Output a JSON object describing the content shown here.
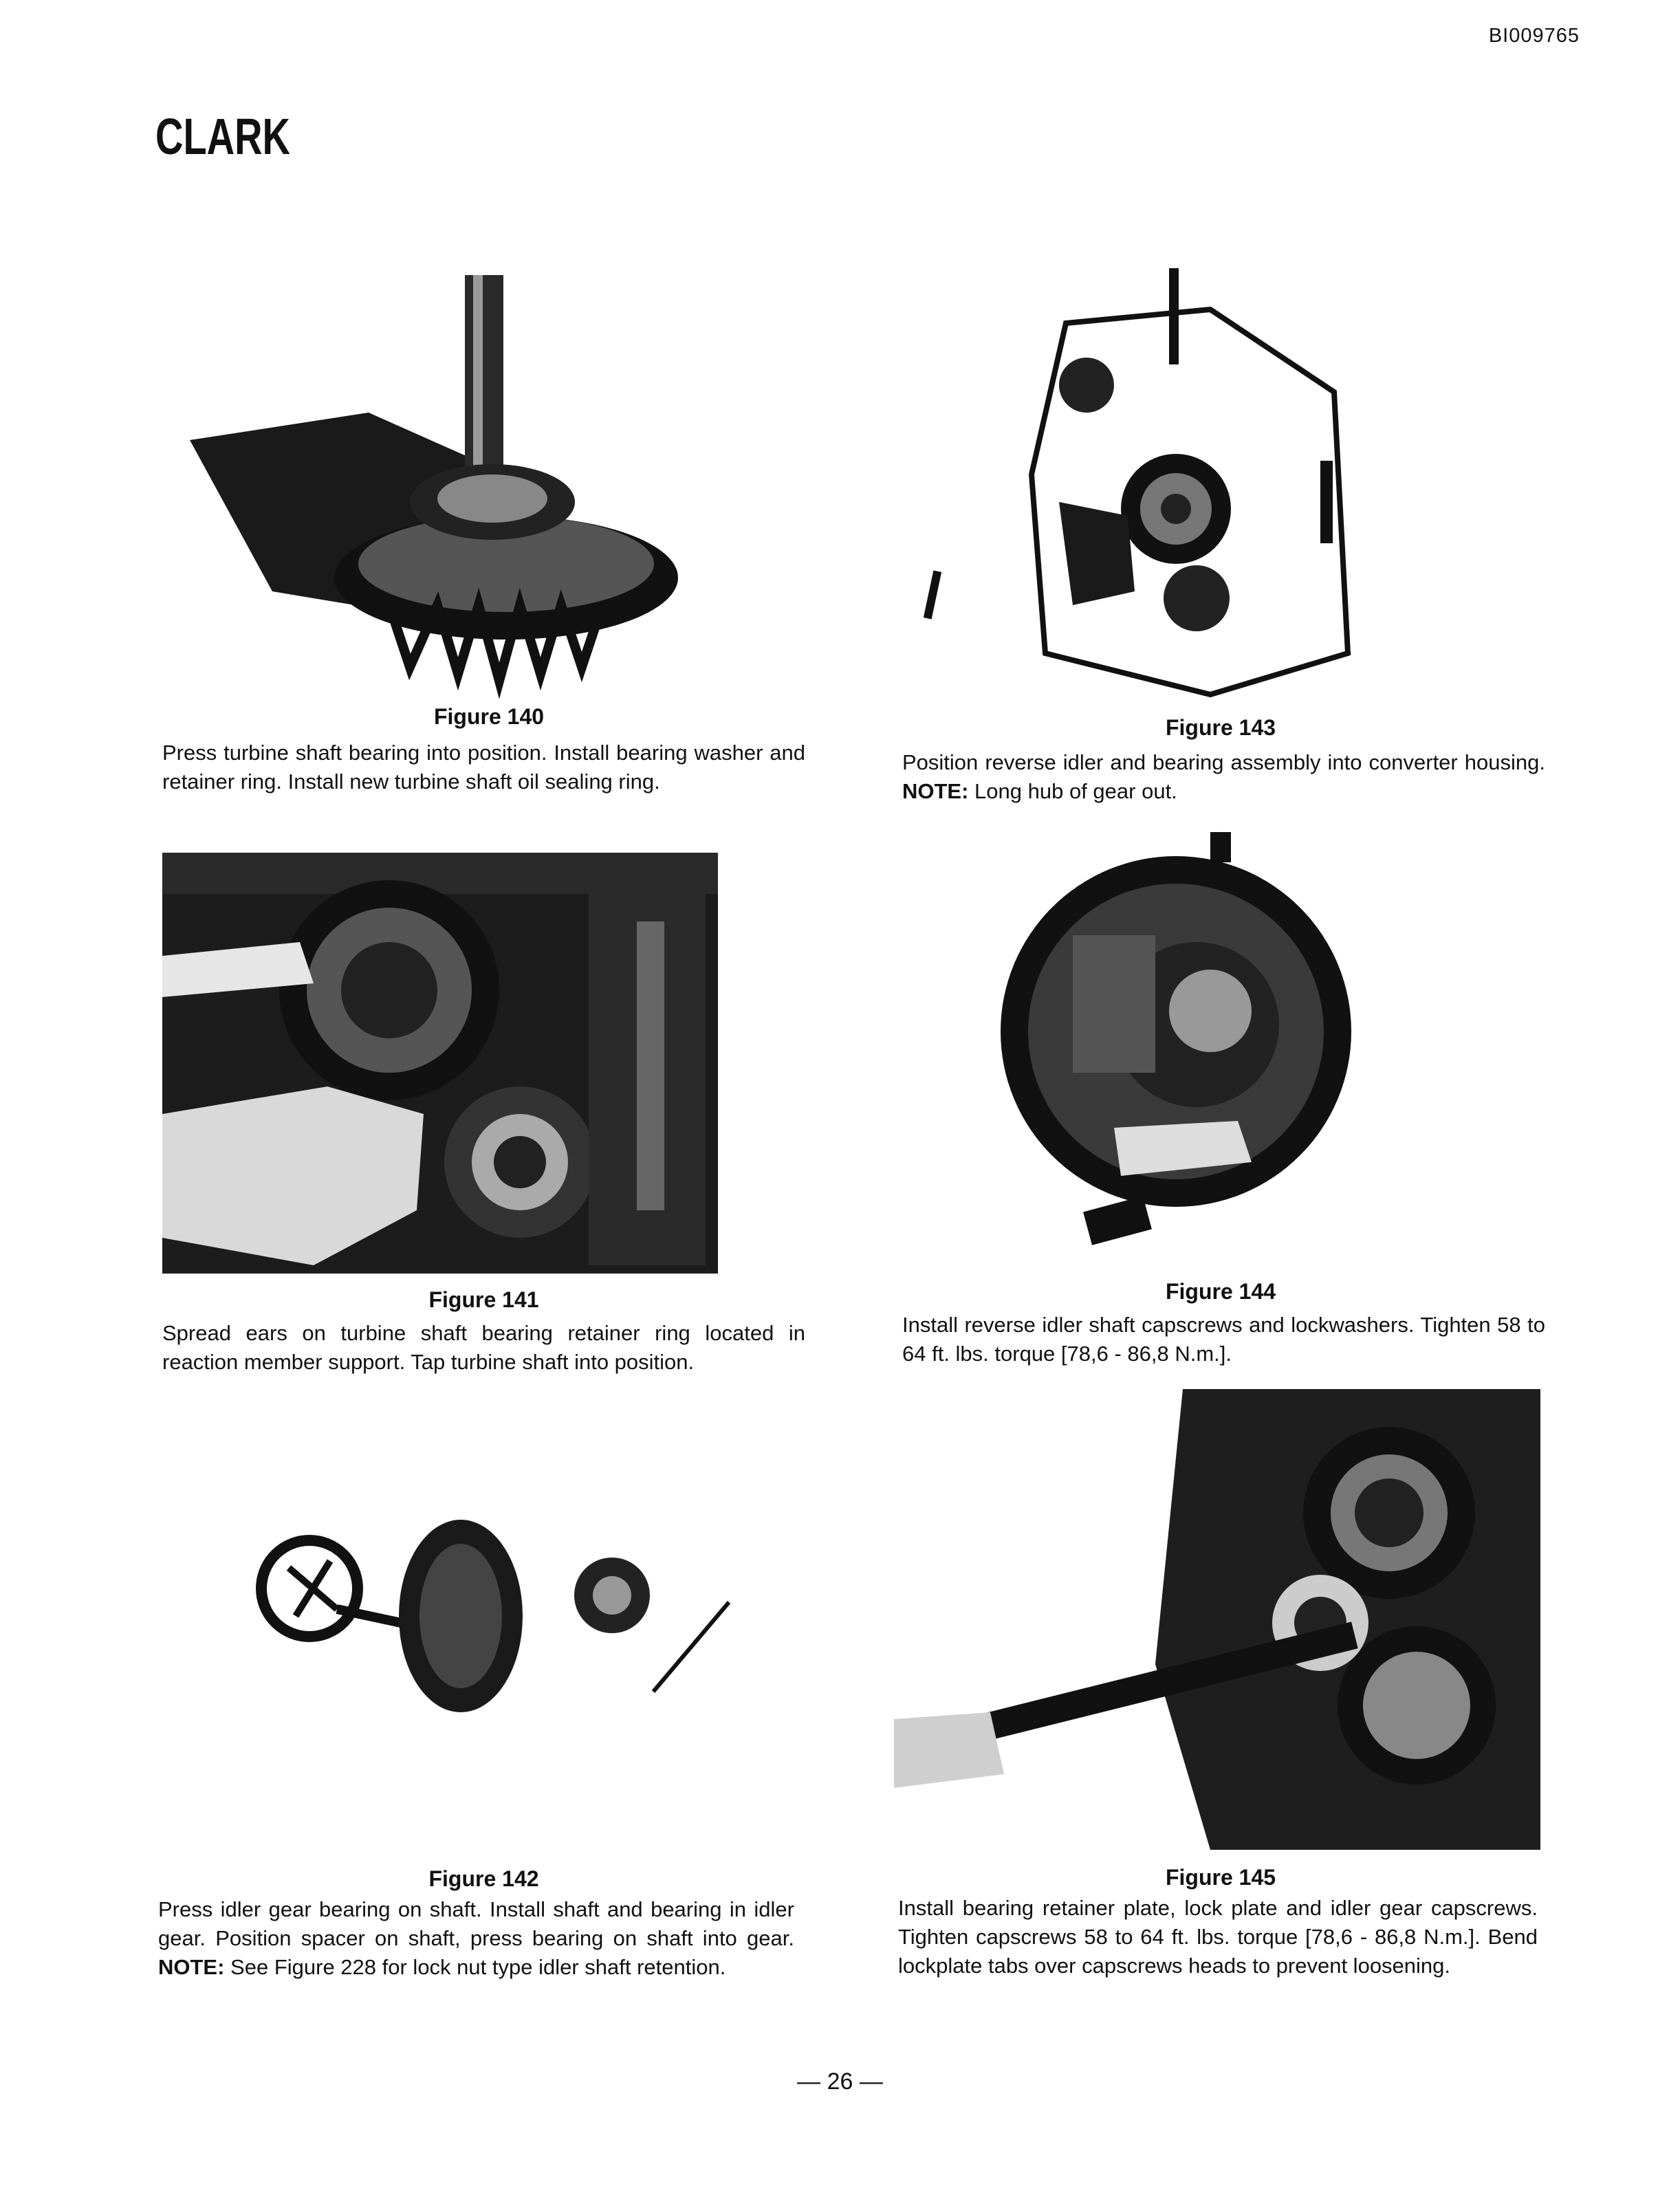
{
  "document_id": "BI009765",
  "brand": {
    "name": "CLARK"
  },
  "figures": [
    {
      "label": "Figure 140",
      "caption": "Press turbine shaft bearing into position. Install bearing washer and retainer ring. Install new turbine shaft oil sealing ring."
    },
    {
      "label": "Figure 143",
      "caption_pre": "Position reverse idler and bearing assembly into converter housing. ",
      "caption_note": "NOTE:",
      "caption_post": " Long hub of gear out."
    },
    {
      "label": "Figure 141",
      "caption": "Spread ears on turbine shaft bearing retainer ring located in reaction member support. Tap turbine shaft into position."
    },
    {
      "label": "Figure 144",
      "caption": "Install reverse idler shaft capscrews and lockwashers. Tighten 58 to 64 ft. lbs. torque [78,6 - 86,8 N.m.]."
    },
    {
      "label": "Figure 142",
      "caption_pre": "Press idler gear bearing on shaft. Install shaft and bearing in idler gear. Position spacer on shaft, press bearing on shaft into gear. ",
      "caption_note": "NOTE:",
      "caption_post": " See Figure 228 for lock nut type idler shaft retention."
    },
    {
      "label": "Figure 145",
      "caption": "Install bearing retainer plate, lock plate and idler gear capscrews. Tighten capscrews 58 to 64 ft. lbs. torque [78,6 - 86,8 N.m.]. Bend lockplate tabs over capscrews heads to prevent loosening."
    }
  ],
  "page_number": "— 26 —"
}
